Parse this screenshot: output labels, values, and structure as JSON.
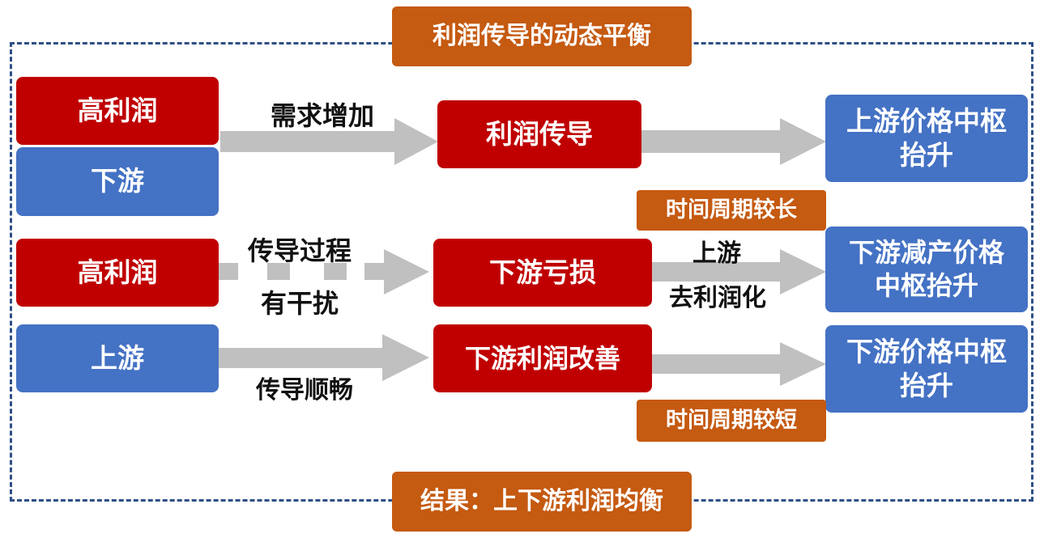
{
  "title": "利润传导的动态平衡",
  "result": "结果：上下游利润均衡",
  "row1": {
    "src_top": "高利润",
    "src_bottom": "下游",
    "label": "需求增加",
    "mid": "利润传导",
    "end": "上游价格中枢抬升"
  },
  "row2": {
    "src": "高利润",
    "label_top": "传导过程",
    "label_bottom": "有干扰",
    "mid": "下游亏损",
    "label2_top": "上游",
    "label2_bottom": "去利润化",
    "period": "时间周期较长",
    "end": "下游减产价格中枢抬升"
  },
  "row3": {
    "src": "上游",
    "label": "传导顺畅",
    "mid": "下游利润改善",
    "period": "时间周期较短",
    "end": "下游价格中枢抬升"
  },
  "colors": {
    "red": "#c00000",
    "blue": "#4472c4",
    "orange": "#c55a11",
    "arrow": "#c0c0c0",
    "frame": "#2f4f86"
  }
}
